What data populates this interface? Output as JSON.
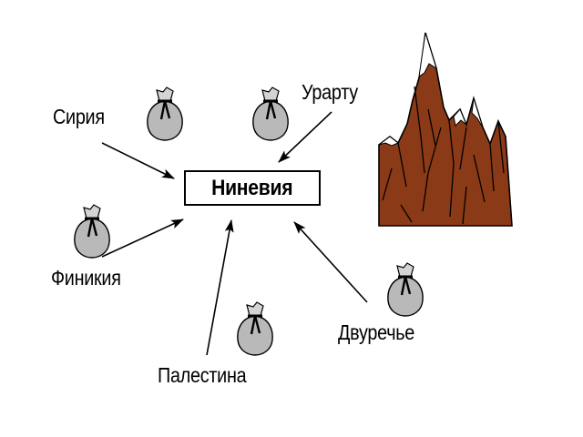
{
  "diagram": {
    "center": {
      "label": "Ниневия"
    },
    "regions": [
      {
        "id": "syria",
        "label": "Сирия"
      },
      {
        "id": "urartu",
        "label": "Урарту"
      },
      {
        "id": "phoenicia",
        "label": "Финикия"
      },
      {
        "id": "palestine",
        "label": "Палестина"
      },
      {
        "id": "mesopotamia",
        "label": "Двуречье"
      }
    ],
    "arrow_color": "#000000",
    "bag_color": "#b9b9b9",
    "mountain_color": "#8b3a17",
    "snow_color": "#ffffff"
  }
}
